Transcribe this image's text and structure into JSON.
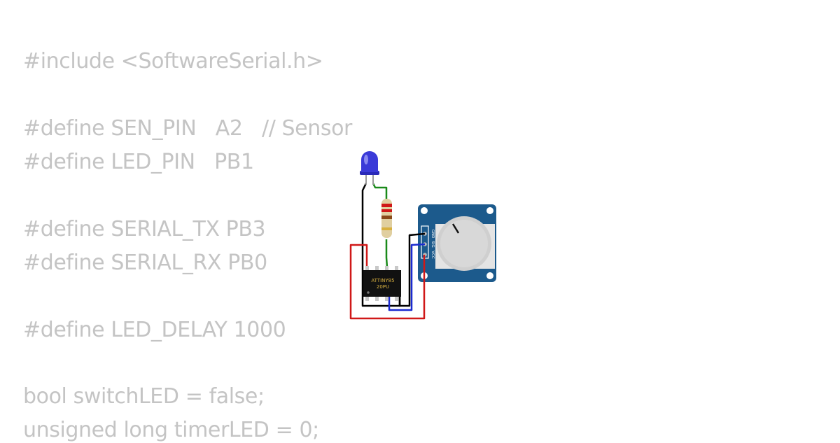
{
  "code": {
    "lines": [
      "#include <SoftwareSerial.h>",
      "",
      "#define SEN_PIN   A2   // Sensor",
      "#define LED_PIN   PB1",
      "",
      "#define SERIAL_TX PB3",
      "#define SERIAL_RX PB0",
      "",
      "#define LED_DELAY 1000",
      "",
      "bool switchLED = false;",
      "unsigned long timerLED = 0;"
    ]
  },
  "circuit": {
    "chip": {
      "line1": "ATTINY85",
      "line2": "20PU"
    },
    "pot_module": {
      "pins": [
        "GND",
        "SIG",
        "VCC"
      ]
    },
    "led": {
      "color": "#3a3ad8"
    },
    "wire_colors": {
      "black": "#000000",
      "red": "#d01818",
      "blue": "#1a2ad0",
      "green": "#1a8a1a"
    }
  }
}
